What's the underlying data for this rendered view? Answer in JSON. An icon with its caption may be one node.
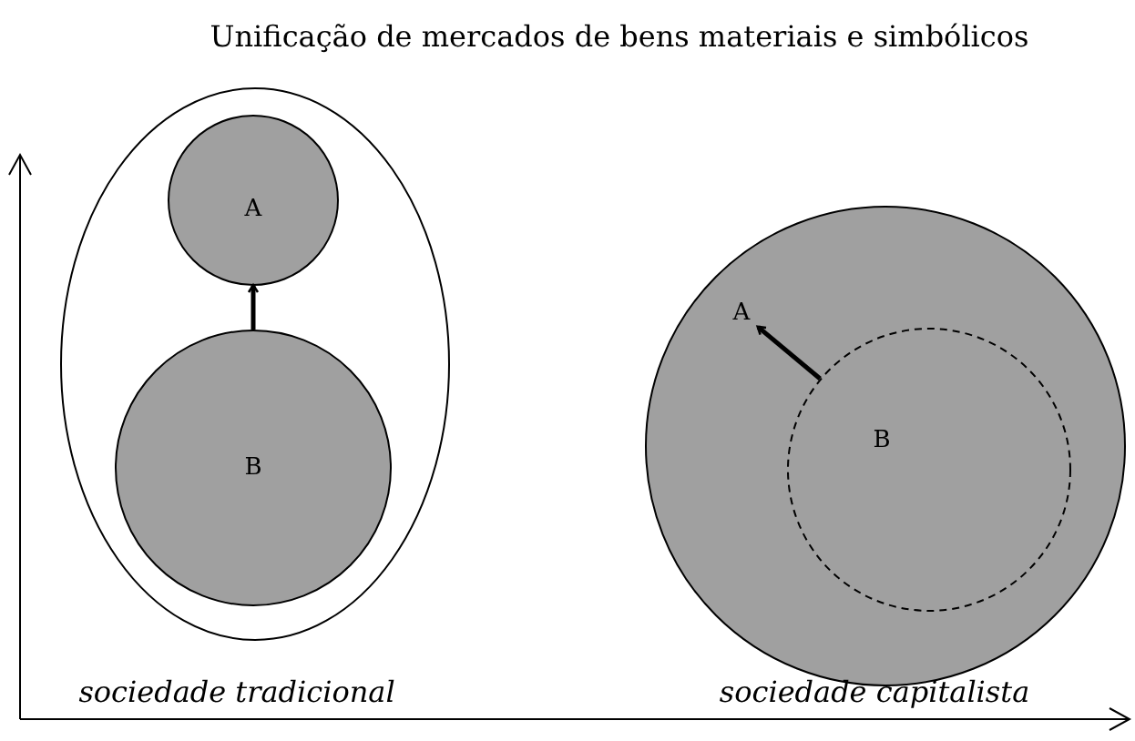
{
  "diagram": {
    "title": "Unificação de mercados de bens materiais e simbólicos",
    "nodes": [
      {
        "text": [],
        "shape": "ellipse",
        "beside": [
          "sociedade tradicional"
        ]
      },
      {
        "text": [
          "A"
        ],
        "in": 0
      },
      {
        "text": [
          "B"
        ],
        "in": 0
      },
      {
        "text": [
          "A"
        ],
        "beside": [
          "sociedade capitalista"
        ]
      },
      {
        "text": [
          "B"
        ],
        "in": 3
      }
    ],
    "edges": [
      {
        "from": 2,
        "to": 1,
        "arrow": "to"
      },
      {
        "from": 4,
        "to": 3,
        "arrow": "to"
      }
    ]
  }
}
